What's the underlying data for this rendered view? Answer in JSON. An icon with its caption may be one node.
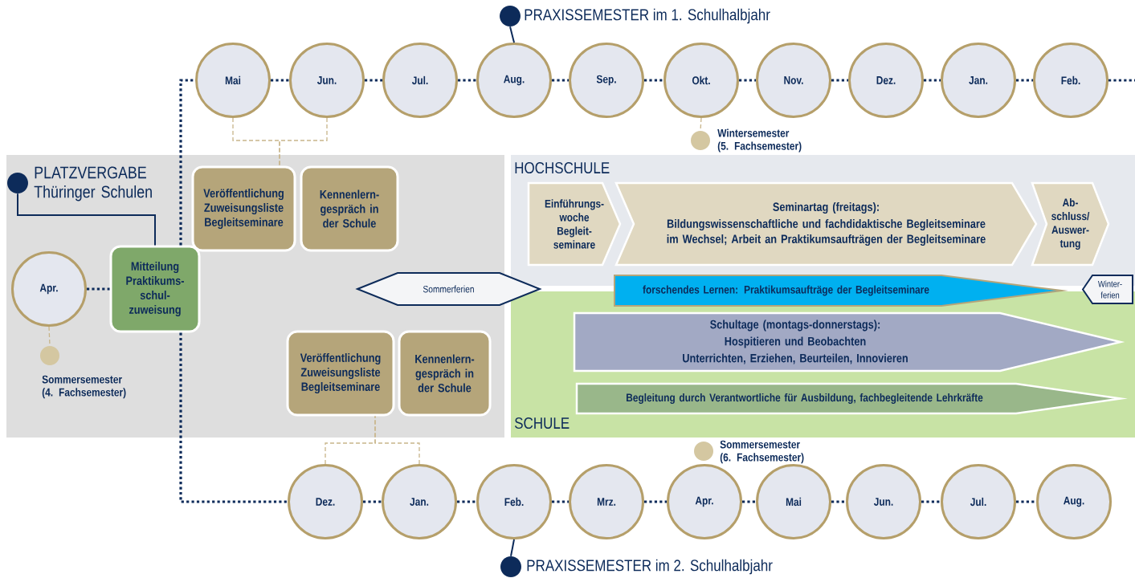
{
  "diagram": {
    "nodes": [
      {
        "text": [],
        "shape": "circle",
        "beside": [
          "PRAXISSEMESTER im 1. Schulhalbjahr"
        ]
      },
      {
        "text": [
          "Mai"
        ]
      },
      {
        "text": [
          "Jun."
        ]
      },
      {
        "text": [
          "Jul."
        ]
      },
      {
        "text": [
          "Aug."
        ]
      },
      {
        "text": [
          "Sep."
        ]
      },
      {
        "text": [
          "Okt."
        ]
      },
      {
        "text": [
          "Nov."
        ]
      },
      {
        "text": [
          "Dez."
        ]
      },
      {
        "text": [
          "Jan."
        ]
      },
      {
        "text": [
          "Feb."
        ]
      },
      {
        "text": [],
        "shape": "circle",
        "beside": [
          "Wintersemester (5. Fachsemester)"
        ]
      },
      {
        "text": [],
        "shape": "circle",
        "beside": [
          "PLATZVERGABE Thüringer Schulen"
        ]
      },
      {
        "text": [
          "Veröffentlichung Zuweisungsliste Begleitseminare"
        ]
      },
      {
        "text": [
          "Kennenlern- gespräch in der Schule"
        ]
      },
      {
        "text": [
          "HOCHSCHULE"
        ]
      },
      {
        "text": [
          "Einführungs- woche Begleit- seminare"
        ],
        "in": 15
      },
      {
        "text": [
          "Seminartag (freitags):",
          "Bildungswissenschaftliche und fachdidaktische Begleitseminare im Wechsel; Arbeit an Praktikumsaufträgen der Begleitseminare"
        ],
        "in": 15
      },
      {
        "text": [
          "Ab- schluss/ Auswer- tung"
        ],
        "in": 15
      },
      {
        "text": [
          "Apr."
        ]
      },
      {
        "text": [
          "Mitteilung Praktikums- schul- zuweisung"
        ]
      },
      {
        "text": [
          "Sommerferien"
        ]
      },
      {
        "text": [
          "forschendes Lernen: Praktikumsaufträge der Begleitseminare"
        ]
      },
      {
        "text": [
          "Winter- ferien"
        ]
      },
      {
        "text": [
          "SCHULE"
        ]
      },
      {
        "text": [
          "Schultage (montags-donnerstags):",
          "Hospitieren und Beobachten",
          "Unterrichten, Erziehen, Beurteilen, Innovieren"
        ],
        "in": 24
      },
      {
        "text": [
          "Begleitung durch Verantwortliche für Ausbildung, fachbegleitende Lehrkräfte"
        ],
        "in": 24
      },
      {
        "text": [],
        "shape": "circle",
        "beside": [
          "Sommersemester (4. Fachsemester)"
        ]
      },
      {
        "text": [
          "Veröffentlichung Zuweisungsliste Begleitseminare"
        ]
      },
      {
        "text": [
          "Kennenlern- gespräch in der Schule"
        ]
      },
      {
        "text": [],
        "shape": "circle",
        "beside": [
          "Sommersemester (6. Fachsemester)"
        ]
      },
      {
        "text": [
          "Dez."
        ]
      },
      {
        "text": [
          "Jan."
        ]
      },
      {
        "text": [
          "Feb."
        ]
      },
      {
        "text": [
          "Mrz."
        ]
      },
      {
        "text": [
          "Apr."
        ]
      },
      {
        "text": [
          "Mai"
        ]
      },
      {
        "text": [
          "Jun."
        ]
      },
      {
        "text": [
          "Jul."
        ]
      },
      {
        "text": [
          "Aug."
        ]
      },
      {
        "text": [],
        "shape": "circle",
        "beside": [
          "PRAXISSEMESTER im 2. Schulhalbjahr"
        ]
      }
    ],
    "edges": [
      {
        "from": 1,
        "to": 2,
        "arrow": "none",
        "style": "dashed"
      },
      {
        "from": 2,
        "to": 3,
        "arrow": "none",
        "style": "dashed"
      },
      {
        "from": 3,
        "to": 4,
        "arrow": "none",
        "style": "dashed"
      },
      {
        "from": 4,
        "to": 5,
        "arrow": "none",
        "style": "dashed"
      },
      {
        "from": 5,
        "to": 6,
        "arrow": "none",
        "style": "dashed"
      },
      {
        "from": 6,
        "to": 7,
        "arrow": "none",
        "style": "dashed"
      },
      {
        "from": 7,
        "to": 8,
        "arrow": "none",
        "style": "dashed"
      },
      {
        "from": 8,
        "to": 9,
        "arrow": "none",
        "style": "dashed"
      },
      {
        "from": 9,
        "to": 10,
        "arrow": "none",
        "style": "dashed"
      },
      {
        "from": 10,
        "to": null,
        "arrow": "none",
        "style": "dashed"
      },
      {
        "from": 20,
        "to": 1,
        "arrow": "none",
        "style": "dashed"
      },
      {
        "from": 20,
        "to": 31,
        "arrow": "none",
        "style": "dashed"
      },
      {
        "from": 31,
        "to": 32,
        "arrow": "none",
        "style": "dashed"
      },
      {
        "from": 32,
        "to": 33,
        "arrow": "none",
        "style": "dashed"
      },
      {
        "from": 33,
        "to": 34,
        "arrow": "none",
        "style": "dashed"
      },
      {
        "from": 34,
        "to": 35,
        "arrow": "none",
        "style": "dashed"
      },
      {
        "from": 35,
        "to": 36,
        "arrow": "none",
        "style": "dashed"
      },
      {
        "from": 36,
        "to": 37,
        "arrow": "none",
        "style": "dashed"
      },
      {
        "from": 37,
        "to": 38,
        "arrow": "none",
        "style": "dashed"
      },
      {
        "from": 38,
        "to": 39,
        "arrow": "none",
        "style": "dashed"
      },
      {
        "from": 19,
        "to": 20,
        "arrow": "none",
        "style": "dashed"
      },
      {
        "from": 12,
        "to": 20,
        "arrow": "none"
      },
      {
        "from": 0,
        "to": 4,
        "arrow": "none"
      },
      {
        "from": 40,
        "to": 33,
        "arrow": "none"
      },
      {
        "from": 6,
        "to": 11,
        "arrow": "none",
        "style": "dashed",
        "color": "#c8b58a"
      },
      {
        "from": 19,
        "to": 27,
        "arrow": "none",
        "style": "dashed",
        "color": "#c8b58a"
      },
      {
        "from": 1,
        "to": 13,
        "arrow": "none",
        "style": "dashed",
        "color": "#c8b58a"
      },
      {
        "from": 2,
        "to": 13,
        "arrow": "none",
        "style": "dashed",
        "color": "#c8b58a"
      },
      {
        "from": 31,
        "to": 28,
        "arrow": "none",
        "style": "dashed",
        "color": "#c8b58a"
      },
      {
        "from": 32,
        "to": 28,
        "arrow": "none",
        "style": "dashed",
        "color": "#c8b58a"
      }
    ]
  }
}
